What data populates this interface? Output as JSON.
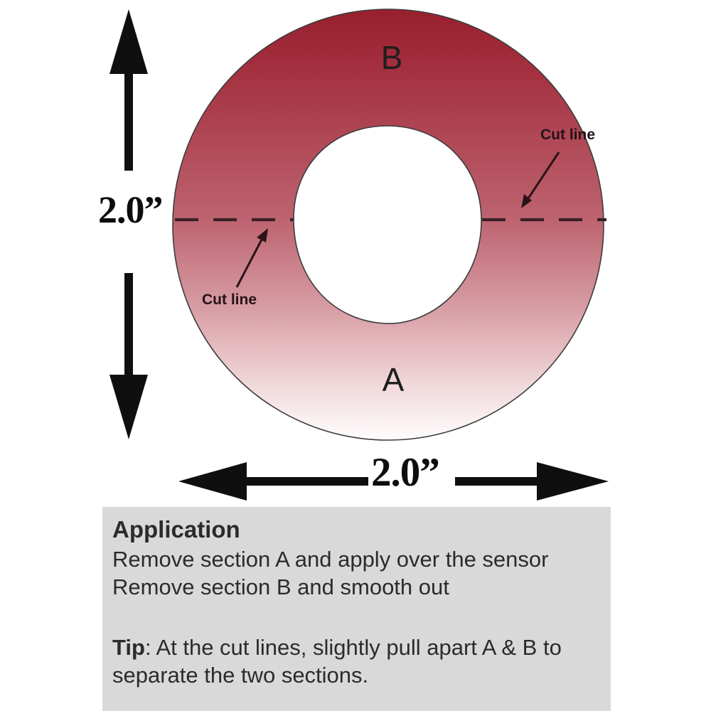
{
  "diagram": {
    "section_top_label": "B",
    "section_bottom_label": "A",
    "cut_line_left_label": "Cut line",
    "cut_line_right_label": "Cut line",
    "height_dimension": "2.0”",
    "width_dimension": "2.0”",
    "colors": {
      "gradient_top": "#971f2e",
      "gradient_upper": "#a53241",
      "gradient_middle": "#bd6470",
      "gradient_lower": "#d89fa6",
      "gradient_bottom": "#fffdfd",
      "outline": "#3c3c3c",
      "cut_dash_line": "#3a2025",
      "pointer_arrow": "#2a1318",
      "dimension_arrow": "#0f0f0f",
      "hole_fill": "#ffffff"
    }
  },
  "instructions": {
    "title": "Application",
    "line1": "Remove section A and apply over the sensor",
    "line2": "Remove section B and smooth out",
    "tip_label": "Tip",
    "tip_text": ": At the cut lines, slightly pull apart A & B to",
    "tip_text_line2": "separate the two sections.",
    "background": "#d9d9d9",
    "text_color": "#2b2b2b"
  }
}
